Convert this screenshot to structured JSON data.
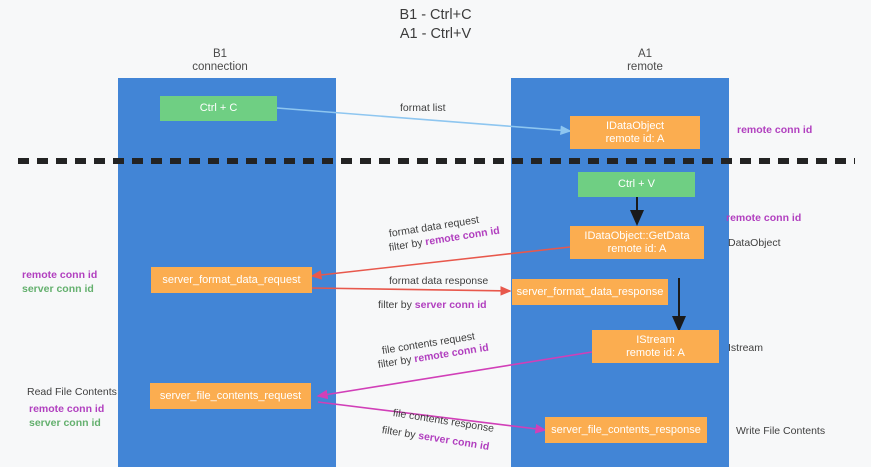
{
  "title": "B1 - Ctrl+C\nA1 - Ctrl+V",
  "lanes": [
    {
      "name": "left",
      "header": "B1\nconnection"
    },
    {
      "name": "right",
      "header": "A1\nremote"
    }
  ],
  "nodes": [
    {
      "id": "ctrl-c",
      "label": "Ctrl + C",
      "color": "green"
    },
    {
      "id": "idataobject",
      "label": "IDataObject\nremote id: A",
      "color": "orange"
    },
    {
      "id": "ctrl-v",
      "label": "Ctrl + V",
      "color": "green"
    },
    {
      "id": "getdata",
      "label": "IDataObject::GetData\nremote id: A",
      "color": "orange"
    },
    {
      "id": "server-format-data-request",
      "label": "server_format_data_request",
      "color": "orange"
    },
    {
      "id": "server-format-data-response",
      "label": "server_format_data_response",
      "color": "orange"
    },
    {
      "id": "istream",
      "label": "IStream\nremote id: A",
      "color": "orange"
    },
    {
      "id": "server-file-contents-request",
      "label": "server_file_contents_request",
      "color": "orange"
    },
    {
      "id": "server-file-contents-response",
      "label": "server_file_contents_response",
      "color": "orange"
    }
  ],
  "edge_labels": {
    "format_list": "format list",
    "format_data_request": "format data request",
    "format_data_request_filter_prefix": "filter by ",
    "format_data_request_filter_value": "remote conn id",
    "format_data_response": "format data response",
    "format_data_response_filter_prefix": "filter by ",
    "format_data_response_filter_value": "server conn id",
    "file_contents_request": "file contents request",
    "file_contents_request_filter_prefix": "filter by ",
    "file_contents_request_filter_value": "remote conn id",
    "file_contents_response": "file contents response",
    "file_contents_response_filter_prefix": "filter by ",
    "file_contents_response_filter_value": "server conn id"
  },
  "side_labels": {
    "right_remote_conn_id_top": "remote conn id",
    "right_remote_conn_id_mid": "remote conn id",
    "right_dataobject": "DataObject",
    "right_istream": "Istream",
    "right_write_file_contents": "Write File Contents",
    "left_read_file_contents": "Read File Contents",
    "left_remote_conn_id": "remote conn id",
    "left_server_conn_id": "server conn id",
    "left_mid_remote_conn_id": "remote conn id",
    "left_mid_server_conn_id": "server conn id"
  },
  "colors": {
    "lane": "#4285d6",
    "green_node": "#6fcf83",
    "orange_node": "#fbad50",
    "purple_text": "#b13fbf",
    "green_text": "#64b06e",
    "arrow_blue": "#8ec6f0",
    "arrow_red": "#e8584c",
    "arrow_magenta": "#d13fb8",
    "arrow_black": "#1a1a1a",
    "divider": "#232323",
    "background": "#f7f8f9"
  }
}
